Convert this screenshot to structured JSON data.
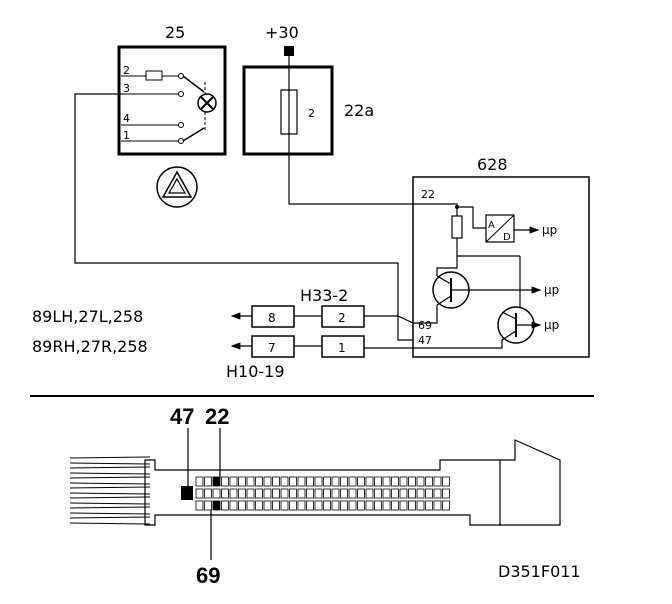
{
  "components": {
    "warning_switch": "25",
    "relay": "22a",
    "relay_pin": "2",
    "ecu": "628",
    "supply": "+30"
  },
  "switch_pins": [
    "2",
    "3",
    "4",
    "1"
  ],
  "ecu_pins": {
    "p22": "22",
    "p69": "69",
    "p47": "47"
  },
  "ecu_adc": {
    "a": "A",
    "d": "D"
  },
  "mu_labels": [
    "µp",
    "µp",
    "µp"
  ],
  "connectors": {
    "h33": {
      "label": "H33-2",
      "pins": [
        "2",
        "1"
      ]
    },
    "h10": {
      "label": "H10-19",
      "pins": [
        "8",
        "7"
      ]
    }
  },
  "outputs": {
    "left": "89LH,27L,258",
    "right": "89RH,27R,258"
  },
  "connector_view": {
    "pin_a": "47",
    "pin_b": "22",
    "pin_c": "69"
  },
  "figure_code": "D351F011"
}
